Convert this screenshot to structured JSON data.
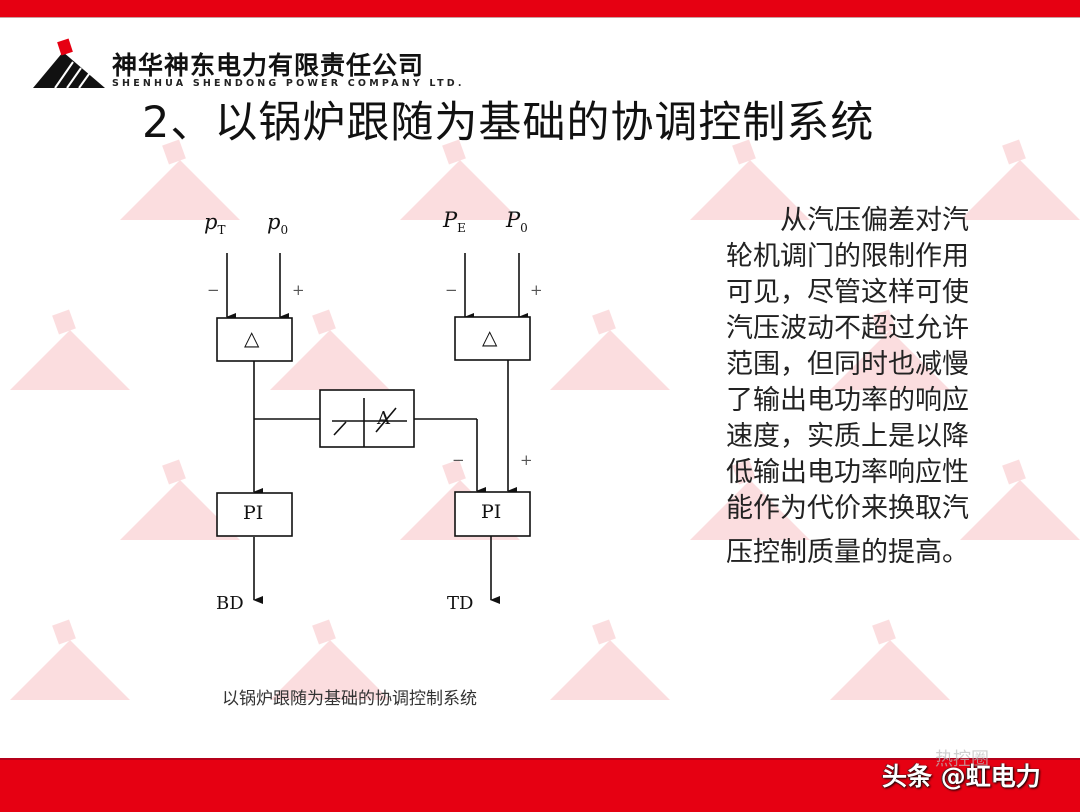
{
  "header": {
    "company_cn": "神华神东电力有限责任公司",
    "company_en": "SHENHUA SHENDONG POWER COMPANY LTD."
  },
  "slide": {
    "title": "2、以锅炉跟随为基础的协调控制系统",
    "description_lines": [
      "从汽压偏差对汽",
      "轮机调门的限制作用",
      "可见，尽管这样可使",
      "汽压波动不超过允许",
      "范围，但同时也减慢",
      "了输出电功率的响应",
      "速度，实质上是以降",
      "低输出电功率响应性",
      "能作为代价来换取汽",
      "压控制质量的提高。"
    ],
    "caption": "以锅炉跟随为基础的协调控制系统"
  },
  "diagram": {
    "left_inputs": {
      "a_main": "p",
      "a_sub": "T",
      "b_main": "p",
      "b_sub": "0"
    },
    "right_inputs": {
      "a_main": "P",
      "a_sub": "E",
      "b_main": "P",
      "b_sub": "0"
    },
    "minus": "−",
    "plus": "+",
    "delta_symbol": "△",
    "limiter_label": "A",
    "pi_label": "PI",
    "left_output": "BD",
    "right_output": "TD"
  },
  "footer": {
    "brand": "头条 @虹电力",
    "faint_watermark": "热控圈"
  },
  "colors": {
    "accent_red": "#e60012",
    "watermark_red": "#e60012"
  }
}
